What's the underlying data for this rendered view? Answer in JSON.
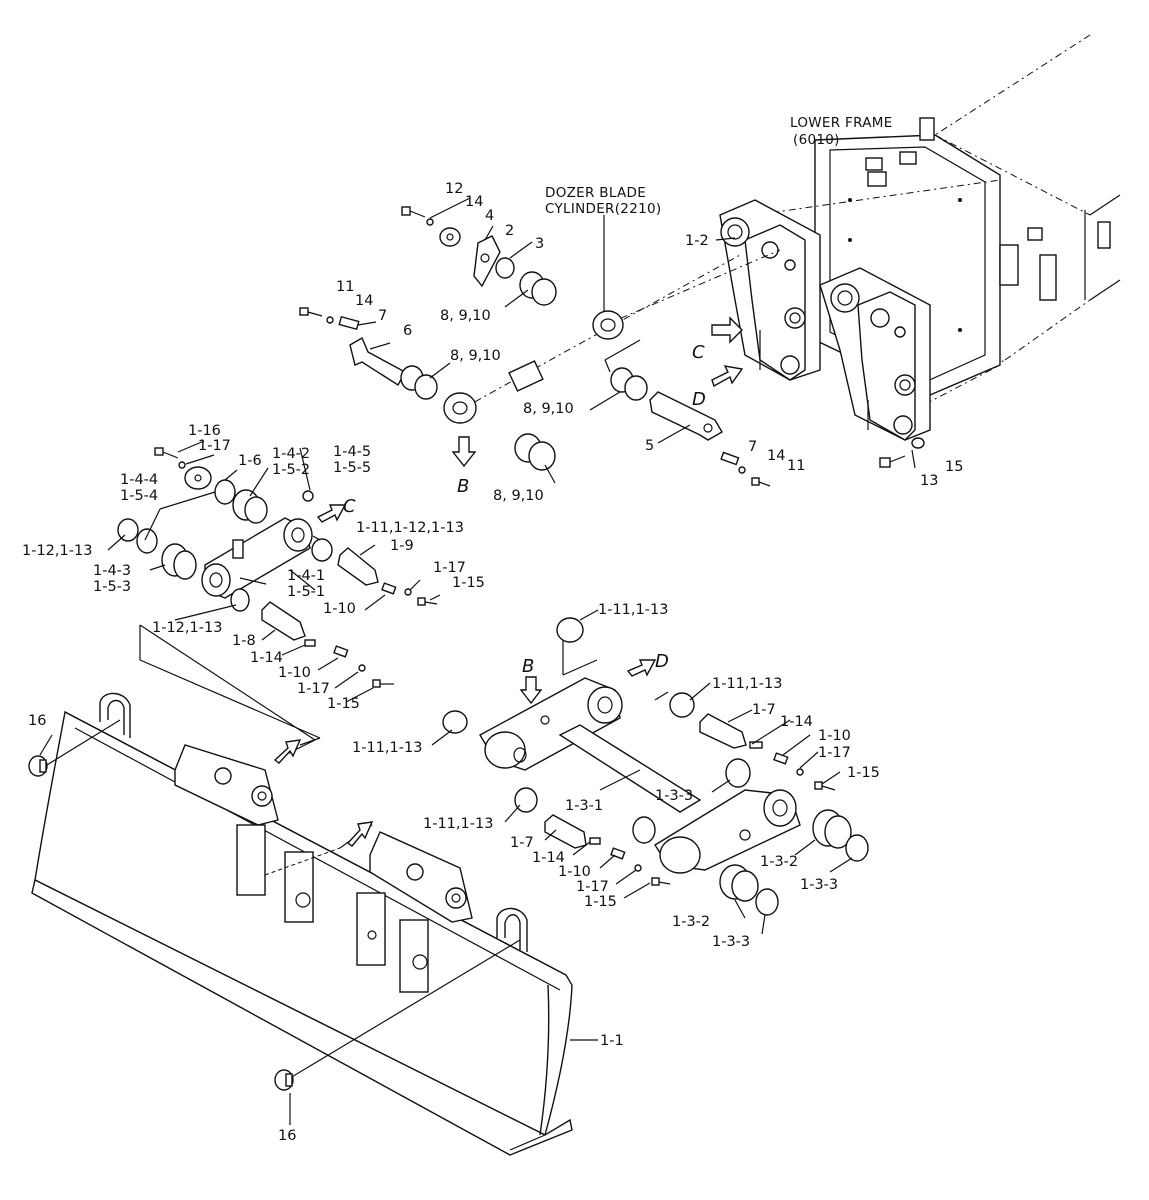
{
  "annotations": {
    "lower_frame": "LOWER FRAME",
    "lower_frame_code": "(6010)",
    "cylinder_line1": "DOZER BLADE",
    "cylinder_line2": "CYLINDER(2210)",
    "view_b": "B",
    "view_c": "C",
    "view_d": "D"
  },
  "callouts": [
    {
      "id": "c12",
      "text": "12"
    },
    {
      "id": "c14a",
      "text": "14"
    },
    {
      "id": "c4",
      "text": "4"
    },
    {
      "id": "c2",
      "text": "2"
    },
    {
      "id": "c3",
      "text": "3"
    },
    {
      "id": "c11a",
      "text": "11"
    },
    {
      "id": "c14b",
      "text": "14"
    },
    {
      "id": "c7a",
      "text": "7"
    },
    {
      "id": "c6",
      "text": "6"
    },
    {
      "id": "c8910a",
      "text": "8, 9,10"
    },
    {
      "id": "c8910b",
      "text": "8, 9,10"
    },
    {
      "id": "c8910c",
      "text": "8, 9,10"
    },
    {
      "id": "c8910d",
      "text": "8, 9,10"
    },
    {
      "id": "c1_2",
      "text": "1-2"
    },
    {
      "id": "c5",
      "text": "5"
    },
    {
      "id": "c7b",
      "text": "7"
    },
    {
      "id": "c14c",
      "text": "14"
    },
    {
      "id": "c11b",
      "text": "11"
    },
    {
      "id": "c13",
      "text": "13"
    },
    {
      "id": "c15",
      "text": "15"
    },
    {
      "id": "c1_16",
      "text": "1-16"
    },
    {
      "id": "c1_17a",
      "text": "1-17"
    },
    {
      "id": "c1_6",
      "text": "1-6"
    },
    {
      "id": "c1_4_2",
      "text": "1-4-2"
    },
    {
      "id": "c1_5_2",
      "text": "1-5-2"
    },
    {
      "id": "c1_4_5",
      "text": "1-4-5"
    },
    {
      "id": "c1_5_5",
      "text": "1-5-5"
    },
    {
      "id": "c1_4_4",
      "text": "1-4-4"
    },
    {
      "id": "c1_5_4",
      "text": "1-5-4"
    },
    {
      "id": "c1_12_13a",
      "text": "1-12,1-13"
    },
    {
      "id": "c1_11_12_13",
      "text": "1-11,1-12,1-13"
    },
    {
      "id": "c1_9",
      "text": "1-9"
    },
    {
      "id": "c1_4_3",
      "text": "1-4-3"
    },
    {
      "id": "c1_5_3",
      "text": "1-5-3"
    },
    {
      "id": "c1_4_1",
      "text": "1-4-1"
    },
    {
      "id": "c1_5_1",
      "text": "1-5-1"
    },
    {
      "id": "c1_17b",
      "text": "1-17"
    },
    {
      "id": "c1_15a",
      "text": "1-15"
    },
    {
      "id": "c1_10a",
      "text": "1-10"
    },
    {
      "id": "c1_12_13b",
      "text": "1-12,1-13"
    },
    {
      "id": "c1_8",
      "text": "1-8"
    },
    {
      "id": "c1_14a",
      "text": "1-14"
    },
    {
      "id": "c1_10b",
      "text": "1-10"
    },
    {
      "id": "c1_17c",
      "text": "1-17"
    },
    {
      "id": "c1_15b",
      "text": "1-15"
    },
    {
      "id": "c1_11_13a",
      "text": "1-11,1-13"
    },
    {
      "id": "c1_11_13b",
      "text": "1-11,1-13"
    },
    {
      "id": "c1_11_13c",
      "text": "1-11,1-13"
    },
    {
      "id": "c1_7a",
      "text": "1-7"
    },
    {
      "id": "c1_14b",
      "text": "1-14"
    },
    {
      "id": "c1_10c",
      "text": "1-10"
    },
    {
      "id": "c1_17d",
      "text": "1-17"
    },
    {
      "id": "c1_15c",
      "text": "1-15"
    },
    {
      "id": "c1_3_3a",
      "text": "1-3-3"
    },
    {
      "id": "c1_3_1",
      "text": "1-3-1"
    },
    {
      "id": "c1_11_13d",
      "text": "1-11,1-13"
    },
    {
      "id": "c1_7b",
      "text": "1-7"
    },
    {
      "id": "c1_14c",
      "text": "1-14"
    },
    {
      "id": "c1_10d",
      "text": "1-10"
    },
    {
      "id": "c1_17e",
      "text": "1-17"
    },
    {
      "id": "c1_15d",
      "text": "1-15"
    },
    {
      "id": "c1_3_2a",
      "text": "1-3-2"
    },
    {
      "id": "c1_3_3b",
      "text": "1-3-3"
    },
    {
      "id": "c1_3_2b",
      "text": "1-3-2"
    },
    {
      "id": "c1_3_3c",
      "text": "1-3-3"
    },
    {
      "id": "c16a",
      "text": "16"
    },
    {
      "id": "c16b",
      "text": "16"
    },
    {
      "id": "c1_1",
      "text": "1-1"
    }
  ]
}
